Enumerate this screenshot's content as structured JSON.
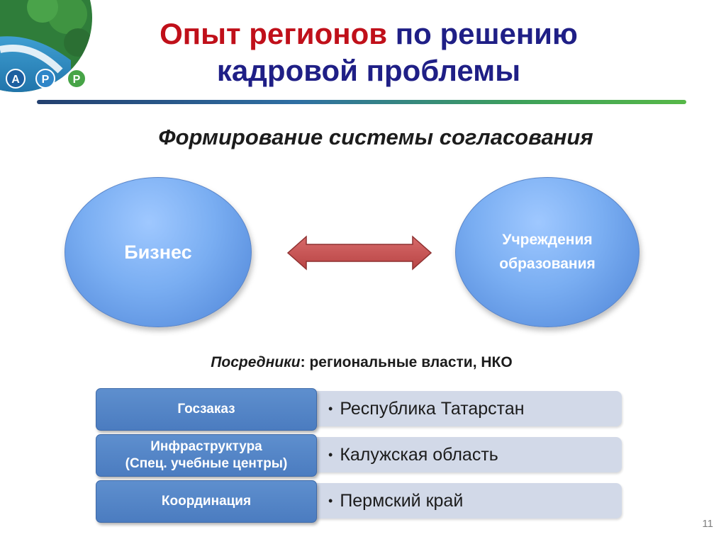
{
  "logo": {
    "letters": [
      "А",
      "Р",
      "Р"
    ],
    "icon": "globe-logo"
  },
  "title": {
    "part1": "Опыт регионов",
    "part2": " по решению",
    "line2": "кадровой проблемы"
  },
  "subtitle": "Формирование системы согласования",
  "diagram": {
    "left_node": "Бизнес",
    "right_node_line1": "Учреждения",
    "right_node_line2": "образования",
    "connector_icon": "double-arrow-icon"
  },
  "intermediaries": {
    "label": "Посредники",
    "text": ": региональные власти, НКО"
  },
  "rows": [
    {
      "label_line1": "Госзаказ",
      "label_line2": "",
      "item": "Республика Татарстан"
    },
    {
      "label_line1": "Инфраструктура",
      "label_line2": "(Спец. учебные центры)",
      "item": "Калужская область"
    },
    {
      "label_line1": "Координация",
      "label_line2": "",
      "item": "Пермский край"
    }
  ],
  "bullet": "•",
  "page_number": "11",
  "colors": {
    "title_accent": "#c0101a",
    "title_main": "#1f1f86",
    "node": "#7aaef2",
    "arrow": "#c05050",
    "label_box": "#4f81bd"
  }
}
